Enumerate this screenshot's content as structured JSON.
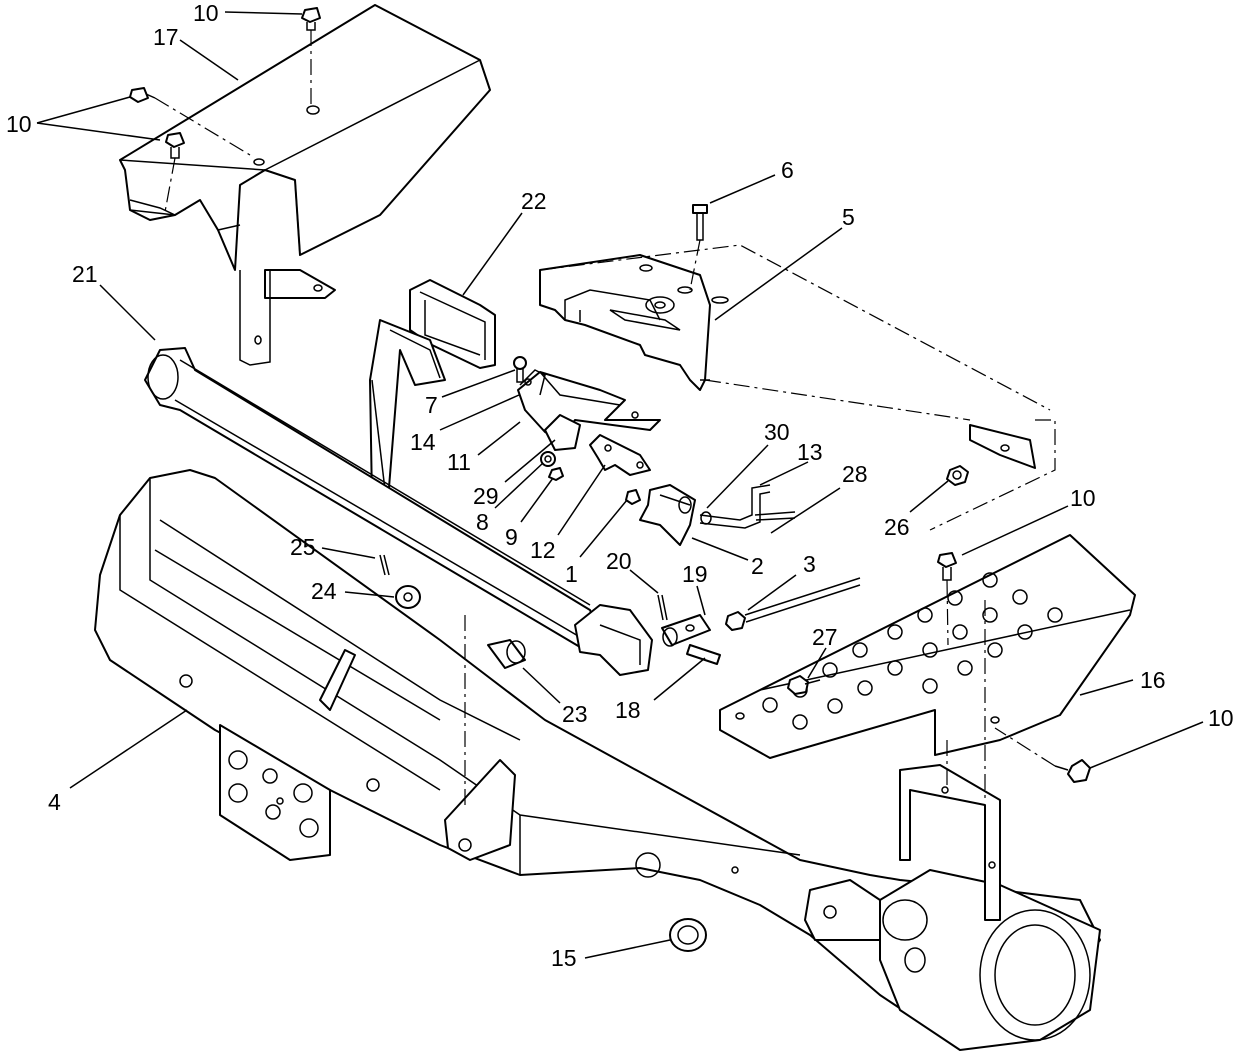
{
  "diagram": {
    "callouts": [
      {
        "id": "c10a",
        "label": "10"
      },
      {
        "id": "c17",
        "label": "17"
      },
      {
        "id": "c10b",
        "label": "10"
      },
      {
        "id": "c22",
        "label": "22"
      },
      {
        "id": "c6",
        "label": "6"
      },
      {
        "id": "c5",
        "label": "5"
      },
      {
        "id": "c21",
        "label": "21"
      },
      {
        "id": "c7",
        "label": "7"
      },
      {
        "id": "c14",
        "label": "14"
      },
      {
        "id": "c11",
        "label": "11"
      },
      {
        "id": "c29",
        "label": "29"
      },
      {
        "id": "c8",
        "label": "8"
      },
      {
        "id": "c9",
        "label": "9"
      },
      {
        "id": "c12",
        "label": "12"
      },
      {
        "id": "c1",
        "label": "1"
      },
      {
        "id": "c30",
        "label": "30"
      },
      {
        "id": "c13",
        "label": "13"
      },
      {
        "id": "c28",
        "label": "28"
      },
      {
        "id": "c2",
        "label": "2"
      },
      {
        "id": "c26",
        "label": "26"
      },
      {
        "id": "c10c",
        "label": "10"
      },
      {
        "id": "c25",
        "label": "25"
      },
      {
        "id": "c24",
        "label": "24"
      },
      {
        "id": "c20",
        "label": "20"
      },
      {
        "id": "c19",
        "label": "19"
      },
      {
        "id": "c3",
        "label": "3"
      },
      {
        "id": "c27",
        "label": "27"
      },
      {
        "id": "c16",
        "label": "16"
      },
      {
        "id": "c23",
        "label": "23"
      },
      {
        "id": "c18",
        "label": "18"
      },
      {
        "id": "c10d",
        "label": "10"
      },
      {
        "id": "c4",
        "label": "4"
      },
      {
        "id": "c15",
        "label": "15"
      }
    ]
  }
}
